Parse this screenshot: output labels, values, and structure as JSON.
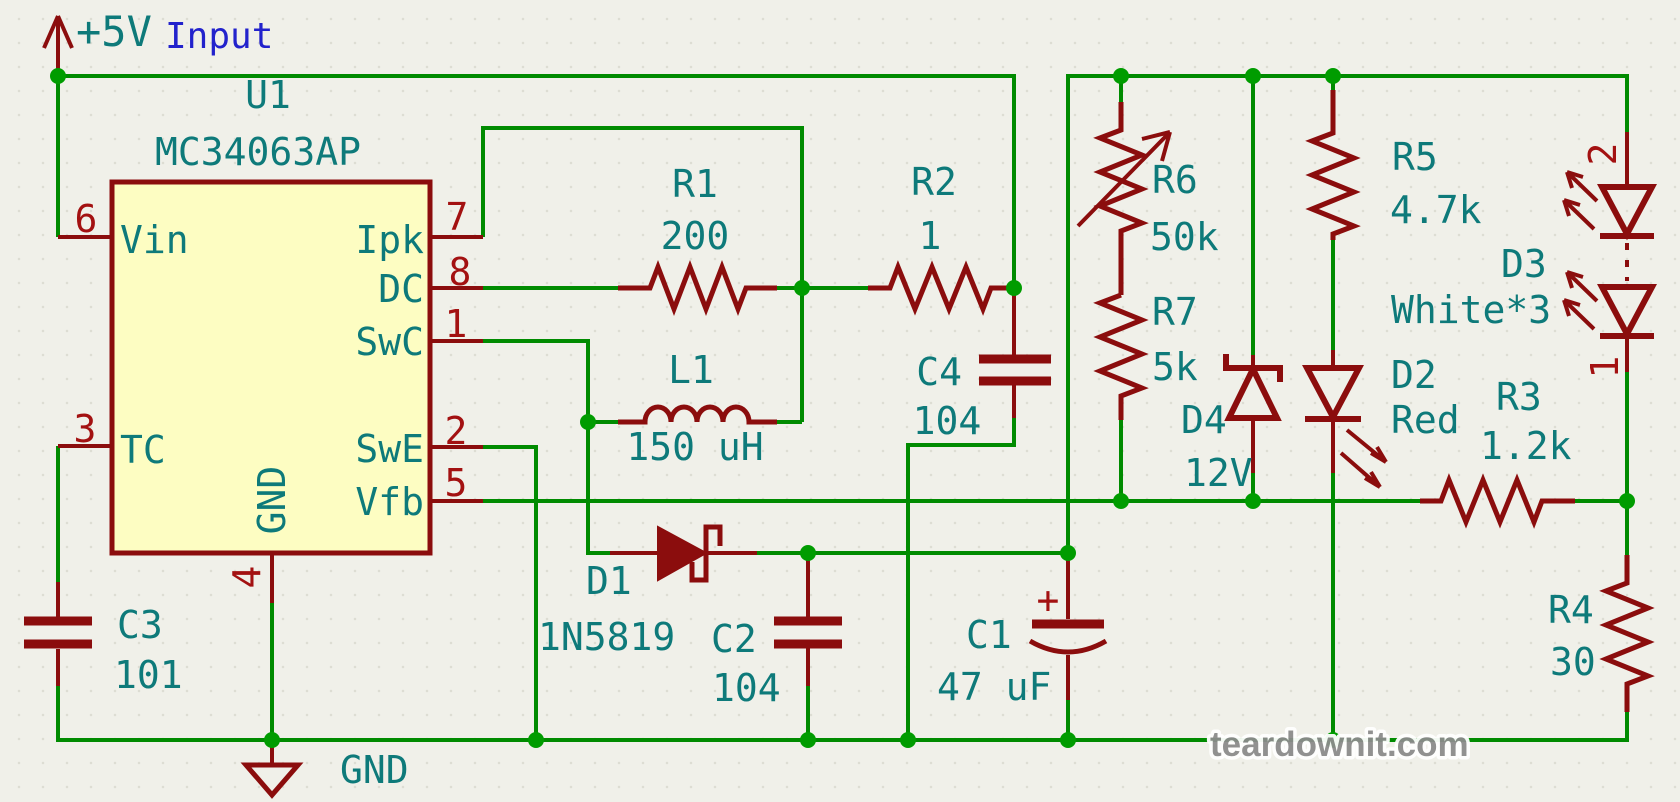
{
  "colors": {
    "background": "#F0F0E9",
    "grid_dot": "#DDDDD3",
    "wire_green": "#008B00",
    "junction_green": "#009C00",
    "component_red": "#8B0D0D",
    "pin_number_red": "#A31111",
    "text_teal": "#0E7A7A",
    "label_blue": "#2222CC",
    "ic_fill": "#FDFDC2",
    "watermark_gray": "#8C8C8C"
  },
  "power": {
    "flag_label": "+5V",
    "flag_note": "Input",
    "ground_label": "GND"
  },
  "ic": {
    "ref": "U1",
    "value": "MC34063AP",
    "pins": {
      "vin": {
        "num": "6",
        "name": "Vin"
      },
      "tc": {
        "num": "3",
        "name": "TC"
      },
      "gnd": {
        "num": "4",
        "name": "GND"
      },
      "ipk": {
        "num": "7",
        "name": "Ipk"
      },
      "dc": {
        "num": "8",
        "name": "DC"
      },
      "swc": {
        "num": "1",
        "name": "SwC"
      },
      "swe": {
        "num": "2",
        "name": "SwE"
      },
      "vfb": {
        "num": "5",
        "name": "Vfb"
      }
    }
  },
  "components": {
    "r1": {
      "ref": "R1",
      "value": "200"
    },
    "r2": {
      "ref": "R2",
      "value": "1"
    },
    "r3": {
      "ref": "R3",
      "value": "1.2k"
    },
    "r4": {
      "ref": "R4",
      "value": "30"
    },
    "r5": {
      "ref": "R5",
      "value": "4.7k"
    },
    "r6": {
      "ref": "R6",
      "value": "50k"
    },
    "r7": {
      "ref": "R7",
      "value": "5k"
    },
    "c1": {
      "ref": "C1",
      "value": "47 uF",
      "polarity_mark": "+"
    },
    "c2": {
      "ref": "C2",
      "value": "104"
    },
    "c3": {
      "ref": "C3",
      "value": "101"
    },
    "c4": {
      "ref": "C4",
      "value": "104"
    },
    "l1": {
      "ref": "L1",
      "value": "150 uH"
    },
    "d1": {
      "ref": "D1",
      "value": "1N5819"
    },
    "d2": {
      "ref": "D2",
      "value": "Red"
    },
    "d3": {
      "ref": "D3",
      "value": "White*3",
      "pin_top": "2",
      "pin_bottom": "1"
    },
    "d4": {
      "ref": "D4",
      "value": "12V"
    }
  },
  "watermark": "teardownit.com"
}
